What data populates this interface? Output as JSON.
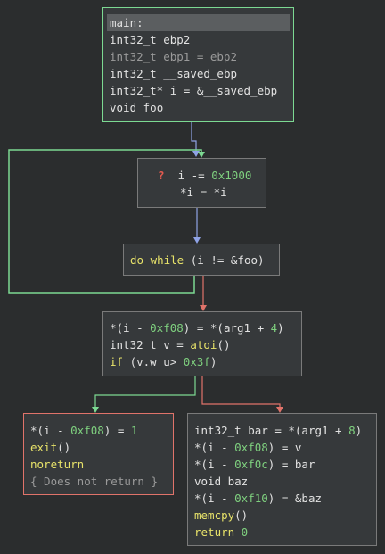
{
  "colors": {
    "background": "#2b2d2e",
    "node_fill": "#36393b",
    "node_border": "#7a7a7a",
    "entry_border": "#7cd992",
    "exit_border": "#e0736a",
    "edge_true": "#7cd992",
    "edge_false": "#e0736a",
    "edge_plain": "#8fa3e6"
  },
  "nodes": {
    "main": {
      "header": "main:",
      "l1_type": "int32_t",
      "l1_name": "ebp2",
      "l2_text": "int32_t ebp1 = ebp2",
      "l3_type": "int32_t",
      "l3_name": "__saved_ebp",
      "l4_type": "int32_t*",
      "l4_rest": "i = &__saved_ebp",
      "l5_type": "void",
      "l5_name": "foo"
    },
    "loop_body": {
      "warn_icon": "?",
      "l1_a": "i -= ",
      "l1_num": "0x1000",
      "l2": "*i = *i"
    },
    "loop_cond": {
      "kw": "do while",
      "cond": " (i != &foo)"
    },
    "check": {
      "l1_a": "*(i - ",
      "l1_num": "0xf08",
      "l1_b": ") = *(arg1 + ",
      "l1_num2": "4",
      "l1_c": ")",
      "l2_type": "int32_t",
      "l2_a": " v = ",
      "l2_fn": "atoi",
      "l2_b": "()",
      "l3_kw": "if",
      "l3_a": " (v.w u> ",
      "l3_num": "0x3f",
      "l3_b": ")"
    },
    "fail": {
      "l1_a": "*(i - ",
      "l1_num": "0xf08",
      "l1_b": ") = ",
      "l1_num2": "1",
      "l2_fn": "exit",
      "l2_b": "()",
      "l3": "noreturn",
      "l4": "{ Does not return }"
    },
    "success": {
      "l1_type": "int32_t",
      "l1_a": " bar = *(arg1 + ",
      "l1_num": "8",
      "l1_b": ")",
      "l2_a": "*(i - ",
      "l2_num": "0xf08",
      "l2_b": ") = v",
      "l3_a": "*(i - ",
      "l3_num": "0xf0c",
      "l3_b": ") = bar",
      "l4_type": "void",
      "l4_name": " baz",
      "l5_a": "*(i - ",
      "l5_num": "0xf10",
      "l5_b": ") = &baz",
      "l6_fn": "memcpy",
      "l6_b": "()",
      "l7_kw": "return",
      "l7_num": " 0"
    }
  }
}
